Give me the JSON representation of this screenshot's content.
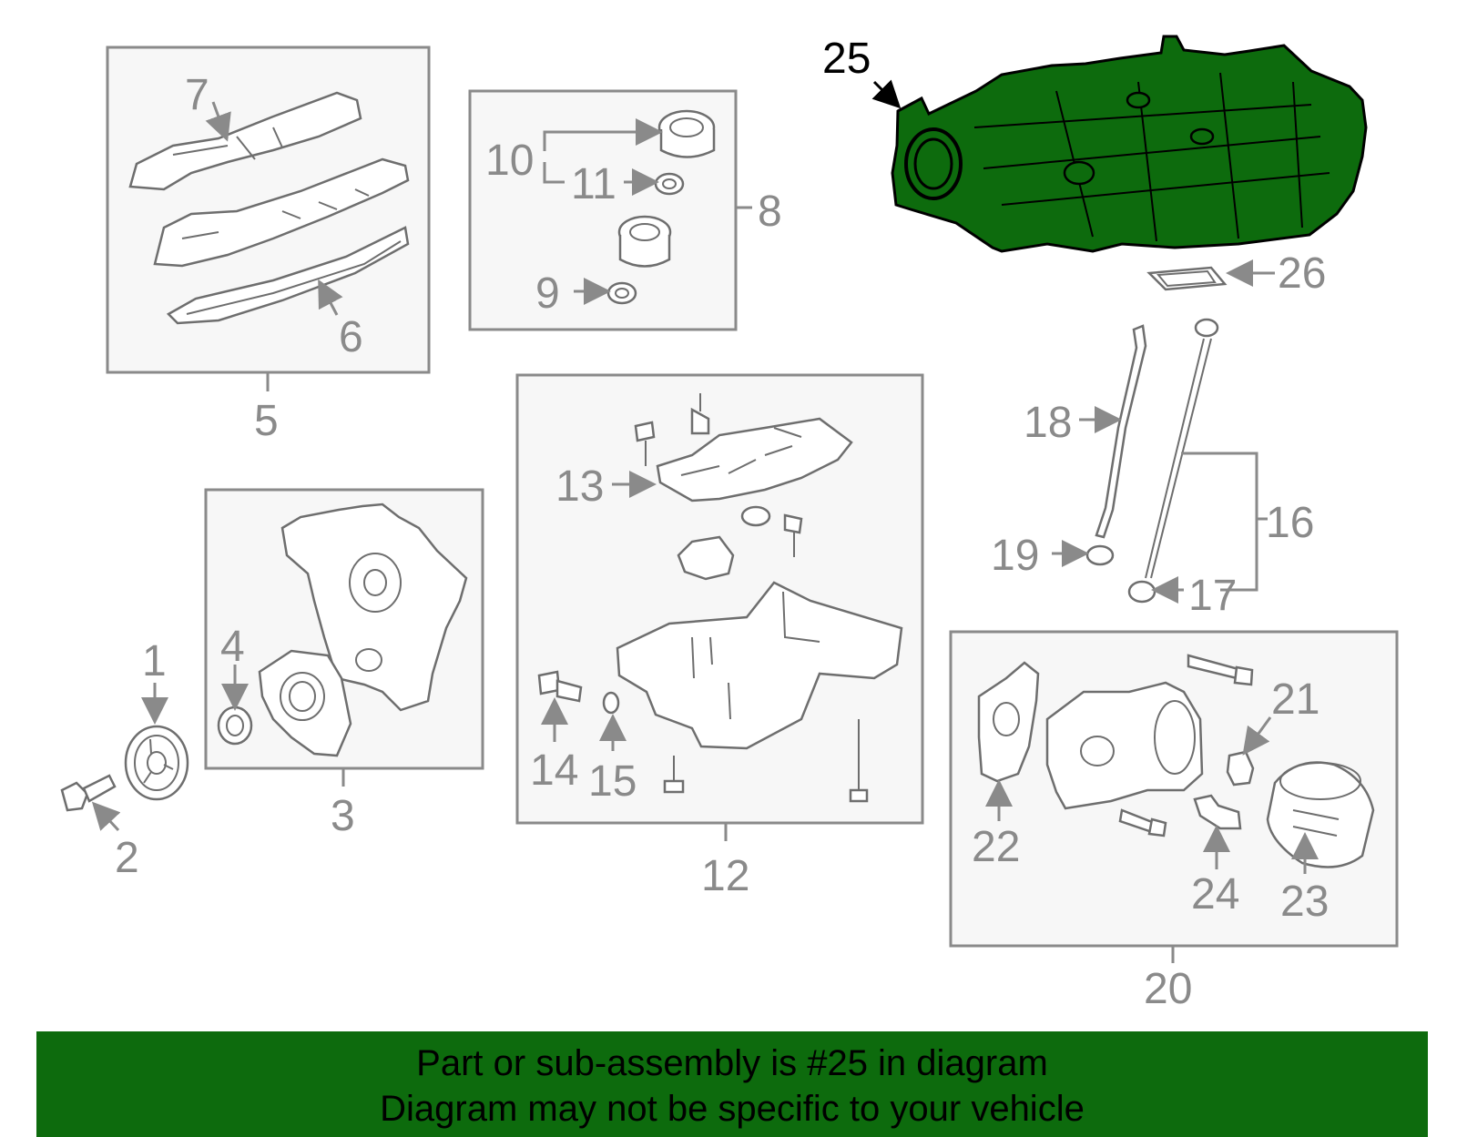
{
  "colors": {
    "highlight": "#0d6b0d",
    "line": "#8a8a8a",
    "box_fill": "#f7f7f7"
  },
  "highlighted_part": "25",
  "callouts": {
    "c1": "1",
    "c2": "2",
    "c3": "3",
    "c4": "4",
    "c5": "5",
    "c6": "6",
    "c7": "7",
    "c8": "8",
    "c9": "9",
    "c10": "10",
    "c11": "11",
    "c12": "12",
    "c13": "13",
    "c14": "14",
    "c15": "15",
    "c16": "16",
    "c17": "17",
    "c18": "18",
    "c19": "19",
    "c20": "20",
    "c21": "21",
    "c22": "22",
    "c23": "23",
    "c24": "24",
    "c25": "25",
    "c26": "26"
  },
  "banner": {
    "line1": "Part or sub-assembly is #25 in diagram",
    "line2": "Diagram may not be specific to your vehicle"
  }
}
